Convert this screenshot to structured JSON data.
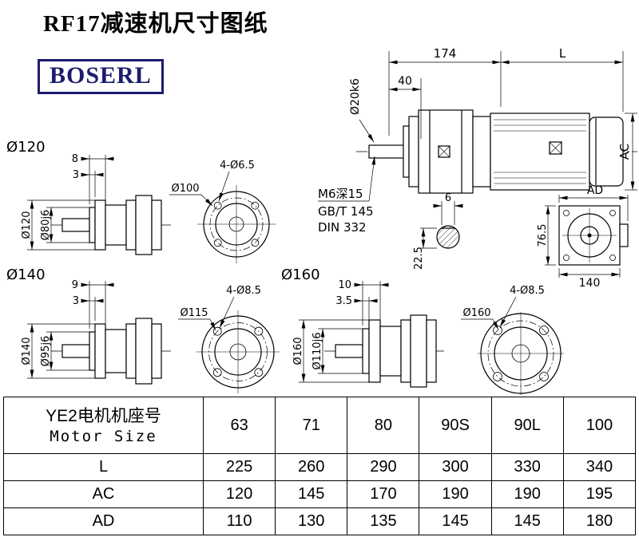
{
  "page": {
    "title": "RF17减速机尺寸图纸",
    "logo": "BOSERL"
  },
  "main_view": {
    "dim_174": "174",
    "dim_l": "L",
    "dim_40": "40",
    "dim_shaft": "Ø20k6",
    "dim_ac": "AC",
    "dim_ad": "AD",
    "note_line1": "M6深15",
    "note_line2": "GB/T 145",
    "note_line3": "DIN 332"
  },
  "shaft_section": {
    "dim_key_width": "6",
    "dim_key_height": "22.5"
  },
  "end_view": {
    "dim_height": "76.5",
    "dim_width": "140"
  },
  "flange_120": {
    "label": "Ø120",
    "dim_step": "8",
    "dim_spigot_len": "3",
    "dim_flange": "Ø120",
    "dim_spigot": "Ø80j6",
    "dim_holes": "4-Ø6.5",
    "dim_bolt_circle": "Ø100"
  },
  "flange_140": {
    "label": "Ø140",
    "dim_step": "9",
    "dim_spigot_len": "3",
    "dim_flange": "Ø140",
    "dim_spigot": "Ø95j6",
    "dim_holes": "4-Ø8.5",
    "dim_bolt_circle": "Ø115"
  },
  "flange_160": {
    "label": "Ø160",
    "dim_step": "10",
    "dim_spigot_len": "3.5",
    "dim_flange": "Ø160",
    "dim_spigot": "Ø110j6",
    "dim_holes": "4-Ø8.5",
    "dim_bolt_circle": "Ø160"
  },
  "table": {
    "header_cn": "YE2电机机座号",
    "header_en": "Motor Size",
    "columns": [
      "63",
      "71",
      "80",
      "90S",
      "90L",
      "100"
    ],
    "rows": [
      {
        "label": "L",
        "values": [
          "225",
          "260",
          "290",
          "300",
          "330",
          "340"
        ]
      },
      {
        "label": "AC",
        "values": [
          "120",
          "145",
          "170",
          "190",
          "190",
          "195"
        ]
      },
      {
        "label": "AD",
        "values": [
          "110",
          "130",
          "135",
          "145",
          "145",
          "180"
        ]
      }
    ]
  }
}
